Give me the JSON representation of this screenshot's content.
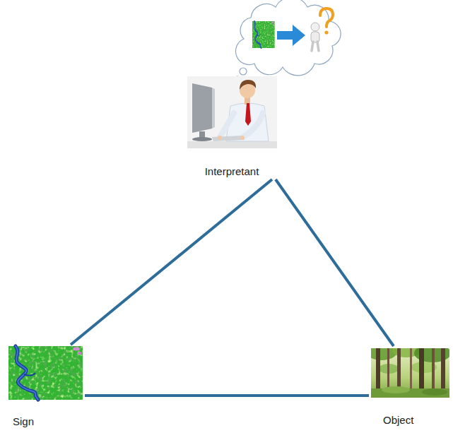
{
  "diagram": {
    "nodes": [
      {
        "text": [
          "Interpretant"
        ]
      },
      {
        "text": [
          "Sign"
        ]
      },
      {
        "text": [
          "Object"
        ]
      }
    ],
    "edges": [
      {
        "from": 0,
        "to": 1,
        "arrow": "none"
      },
      {
        "from": 0,
        "to": 2,
        "arrow": "none"
      },
      {
        "from": 1,
        "to": 2,
        "arrow": "none"
      }
    ]
  }
}
